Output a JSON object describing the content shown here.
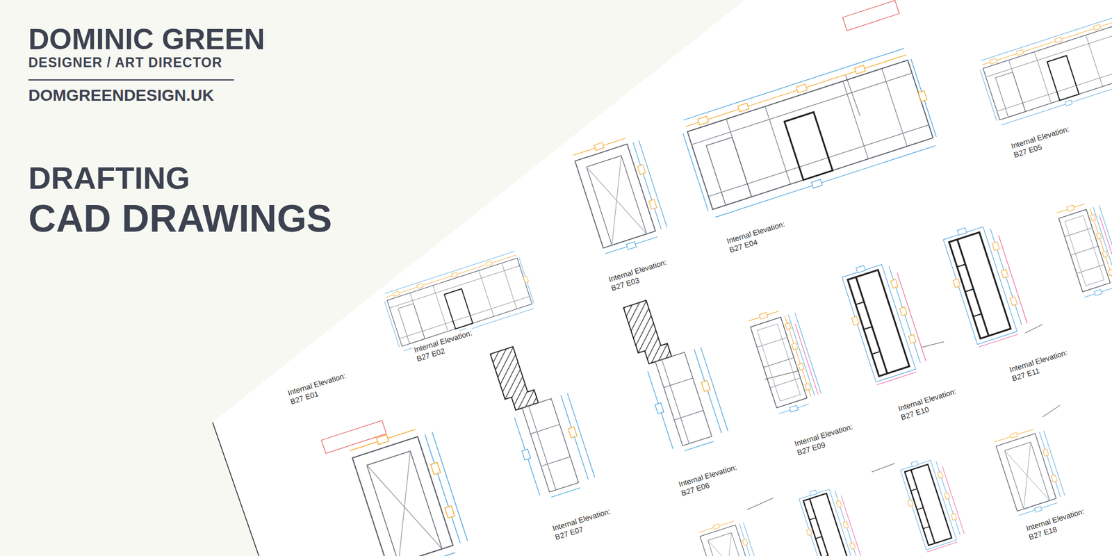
{
  "diagram": {
    "title": "CAD DRAWINGS",
    "labels": [
      "DOMINIC GREEN",
      "DESIGNER / ART DIRECTOR",
      "DOMGREENDESIGN.UK",
      "DRAFTING",
      "Internal Elevation:",
      "B27 E01",
      "Internal Elevation:",
      "B27 E02",
      "Internal Elevation:",
      "B27 E03",
      "Internal Elevation:",
      "B27 E04",
      "Internal Elevation:",
      "B27 E05",
      "Internal Elevation:",
      "B27 E06",
      "Internal Elevation:",
      "B27 E07",
      "Internal Elevation:",
      "B27 E09",
      "Internal Elevation:",
      "B27 E10",
      "Internal Elevation:",
      "B27 E11",
      "Internal Elevation:",
      "B27 E18"
    ]
  }
}
